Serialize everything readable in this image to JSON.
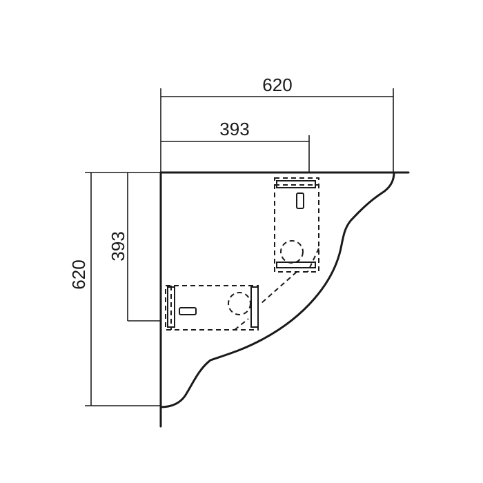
{
  "dimensions": {
    "top_overall": "620",
    "top_partial": "393",
    "left_overall": "620",
    "left_partial": "393"
  },
  "colors": {
    "line": "#1a1a1a",
    "background": "#ffffff"
  }
}
